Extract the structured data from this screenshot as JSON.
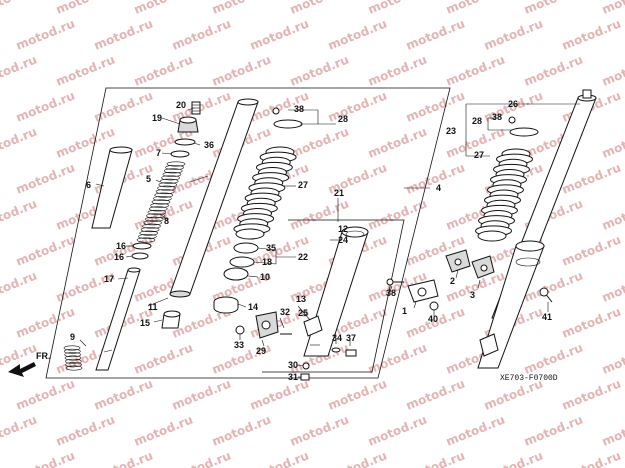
{
  "watermark": "motod.ru",
  "diagram_code": "XE703-F0700D",
  "direction_label": "FR.",
  "callouts": [
    "20",
    "19",
    "36",
    "7",
    "6",
    "5",
    "8",
    "16",
    "16",
    "17",
    "9",
    "11",
    "15",
    "38",
    "28",
    "27",
    "21",
    "4",
    "12",
    "24",
    "35",
    "18",
    "22",
    "10",
    "14",
    "13",
    "25",
    "32",
    "29",
    "33",
    "34",
    "37",
    "30",
    "31",
    "26",
    "23",
    "28",
    "38",
    "27",
    "2",
    "3",
    "1",
    "38",
    "40",
    "41"
  ]
}
